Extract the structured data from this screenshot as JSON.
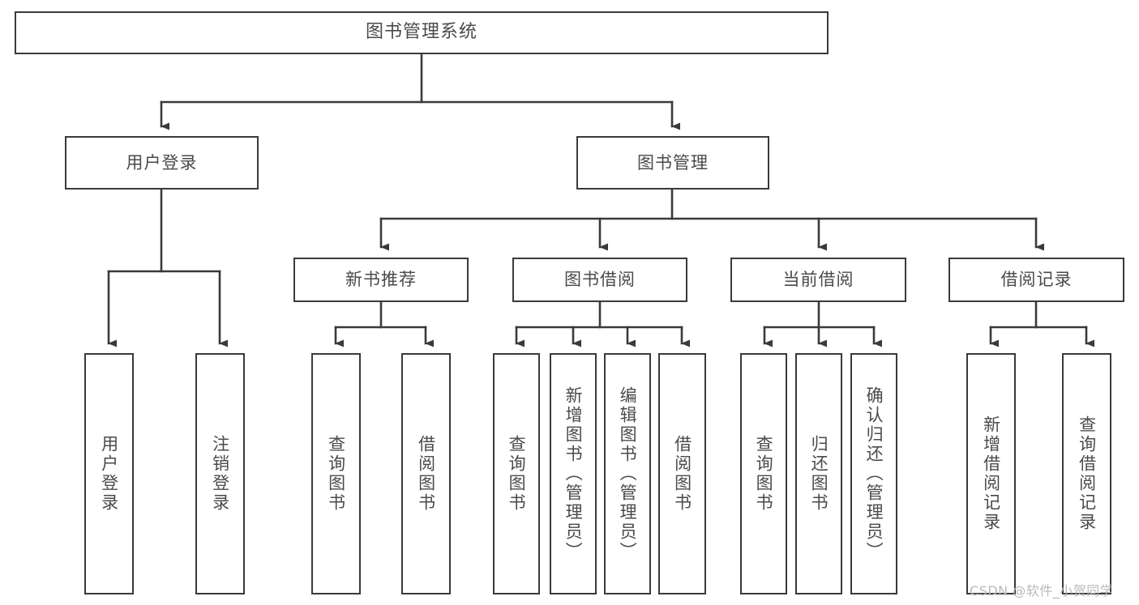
{
  "diagram": {
    "title": "图书管理系统",
    "type": "tree-hierarchy",
    "root": {
      "id": "root",
      "label": "图书管理系统"
    },
    "level2": [
      {
        "id": "user-login",
        "label": "用户登录"
      },
      {
        "id": "book-manage",
        "label": "图书管理"
      }
    ],
    "level3": [
      {
        "id": "new-book-rec",
        "label": "新书推荐",
        "parent": "book-manage"
      },
      {
        "id": "book-borrow",
        "label": "图书借阅",
        "parent": "book-manage"
      },
      {
        "id": "current-borrow",
        "label": "当前借阅",
        "parent": "book-manage"
      },
      {
        "id": "borrow-record",
        "label": "借阅记录",
        "parent": "book-manage"
      }
    ],
    "leaves": [
      {
        "id": "leaf-user-login",
        "label": "用户登录",
        "parent": "user-login"
      },
      {
        "id": "leaf-logout-login",
        "label": "注销登录",
        "parent": "user-login"
      },
      {
        "id": "leaf-query-book-1",
        "label": "查询图书",
        "parent": "new-book-rec"
      },
      {
        "id": "leaf-borrow-book-1",
        "label": "借阅图书",
        "parent": "new-book-rec"
      },
      {
        "id": "leaf-query-book-2",
        "label": "查询图书",
        "parent": "book-borrow"
      },
      {
        "id": "leaf-add-book",
        "label": "新增图书（管理员）",
        "parent": "book-borrow"
      },
      {
        "id": "leaf-edit-book",
        "label": "编辑图书（管理员）",
        "parent": "book-borrow"
      },
      {
        "id": "leaf-borrow-book-2",
        "label": "借阅图书",
        "parent": "book-borrow"
      },
      {
        "id": "leaf-query-book-3",
        "label": "查询图书",
        "parent": "current-borrow"
      },
      {
        "id": "leaf-return-book",
        "label": "归还图书",
        "parent": "current-borrow"
      },
      {
        "id": "leaf-confirm-return",
        "label": "确认归还（管理员）",
        "parent": "current-borrow"
      },
      {
        "id": "leaf-add-record",
        "label": "新增借阅记录",
        "parent": "borrow-record"
      },
      {
        "id": "leaf-query-record",
        "label": "查询借阅记录",
        "parent": "borrow-record"
      }
    ]
  },
  "watermark": {
    "text": "CSDN @软件_小贺同学"
  },
  "colors": {
    "border": "#3a3a3a",
    "text": "#4a4a4a",
    "background": "#ffffff",
    "watermark": "#b9b9b9"
  }
}
